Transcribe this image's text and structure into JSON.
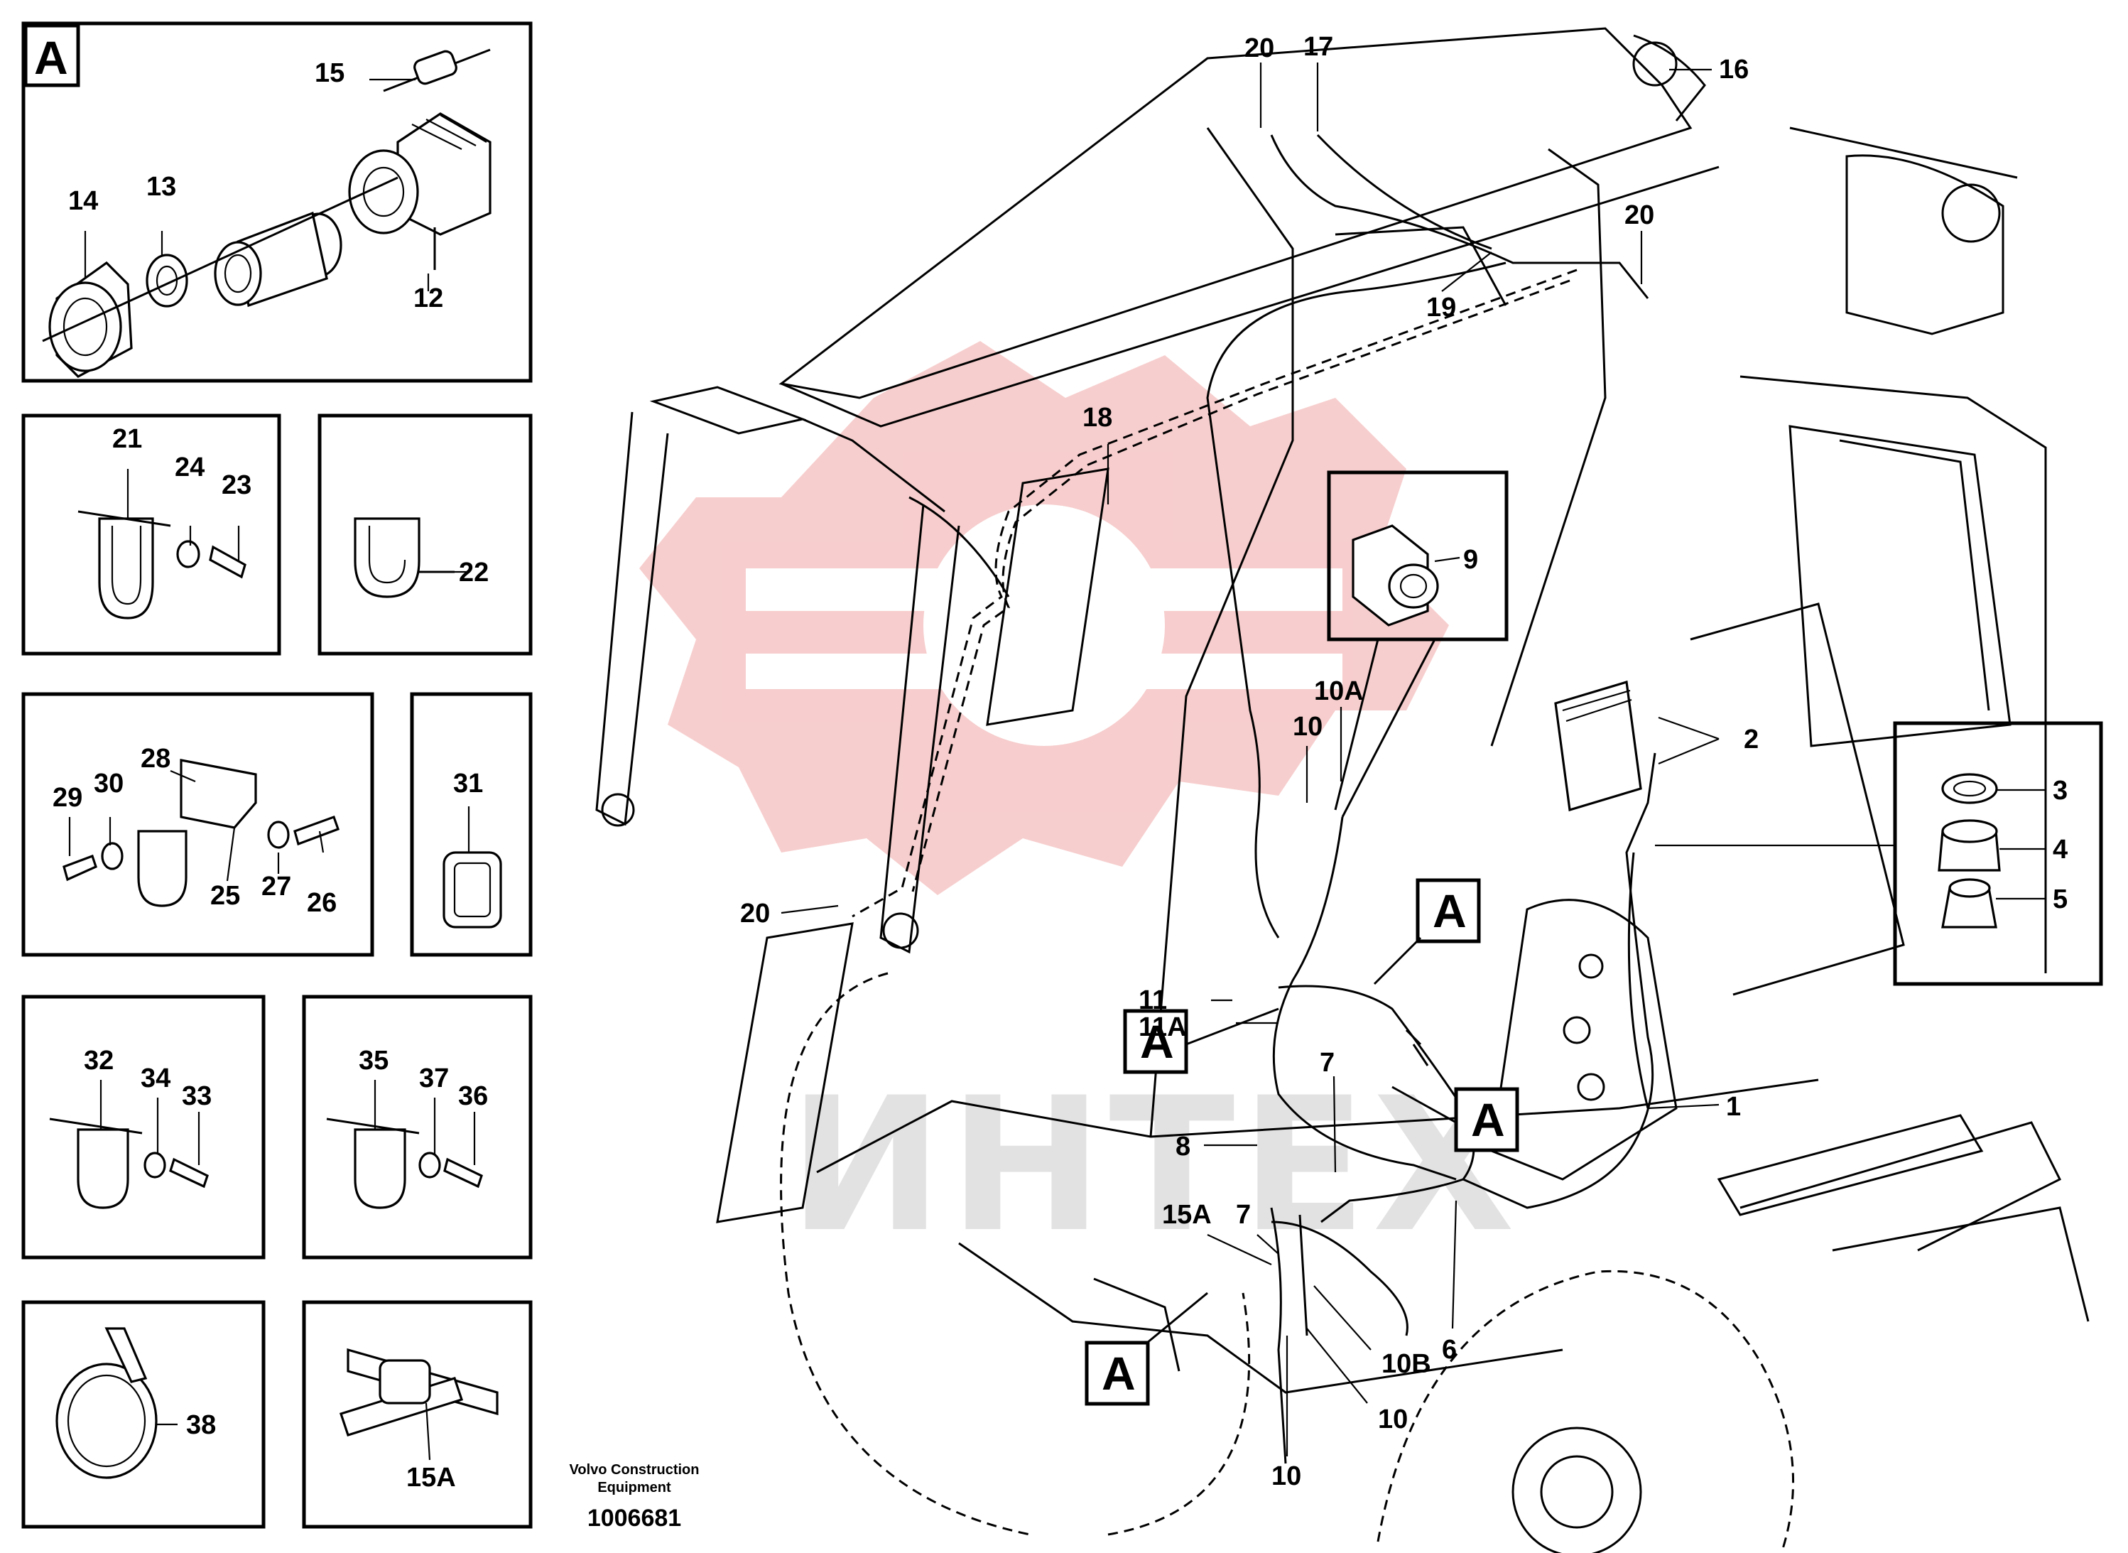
{
  "title_block": {
    "company": "Volvo Construction",
    "company_line2": "Equipment",
    "drawing_number": "1006681"
  },
  "watermark": {
    "text": "ИНТЕХ",
    "colors": {
      "gear": "#f3b3b3",
      "text": "#9a9a9a"
    }
  },
  "detail_A": {
    "header": "A",
    "callouts": [
      "15",
      "14",
      "13",
      "12"
    ]
  },
  "clamp_details": {
    "group_21": [
      "21",
      "24",
      "23"
    ],
    "group_22": [
      "22"
    ],
    "group_28": [
      "28",
      "29",
      "30",
      "25",
      "27",
      "26"
    ],
    "group_31": [
      "31"
    ],
    "group_32": [
      "32",
      "34",
      "33"
    ],
    "group_35": [
      "35",
      "37",
      "36"
    ],
    "group_38": [
      "38"
    ],
    "group_15A": [
      "15A"
    ]
  },
  "main_view": {
    "callouts": [
      "20",
      "17",
      "16",
      "20",
      "19",
      "18",
      "9",
      "10A",
      "10",
      "2",
      "3",
      "4",
      "5",
      "20",
      "11",
      "11A",
      "7",
      "8",
      "1",
      "6",
      "15A",
      "7",
      "10B",
      "10",
      "10"
    ],
    "detail_refs": [
      "A",
      "A",
      "A",
      "A"
    ]
  }
}
